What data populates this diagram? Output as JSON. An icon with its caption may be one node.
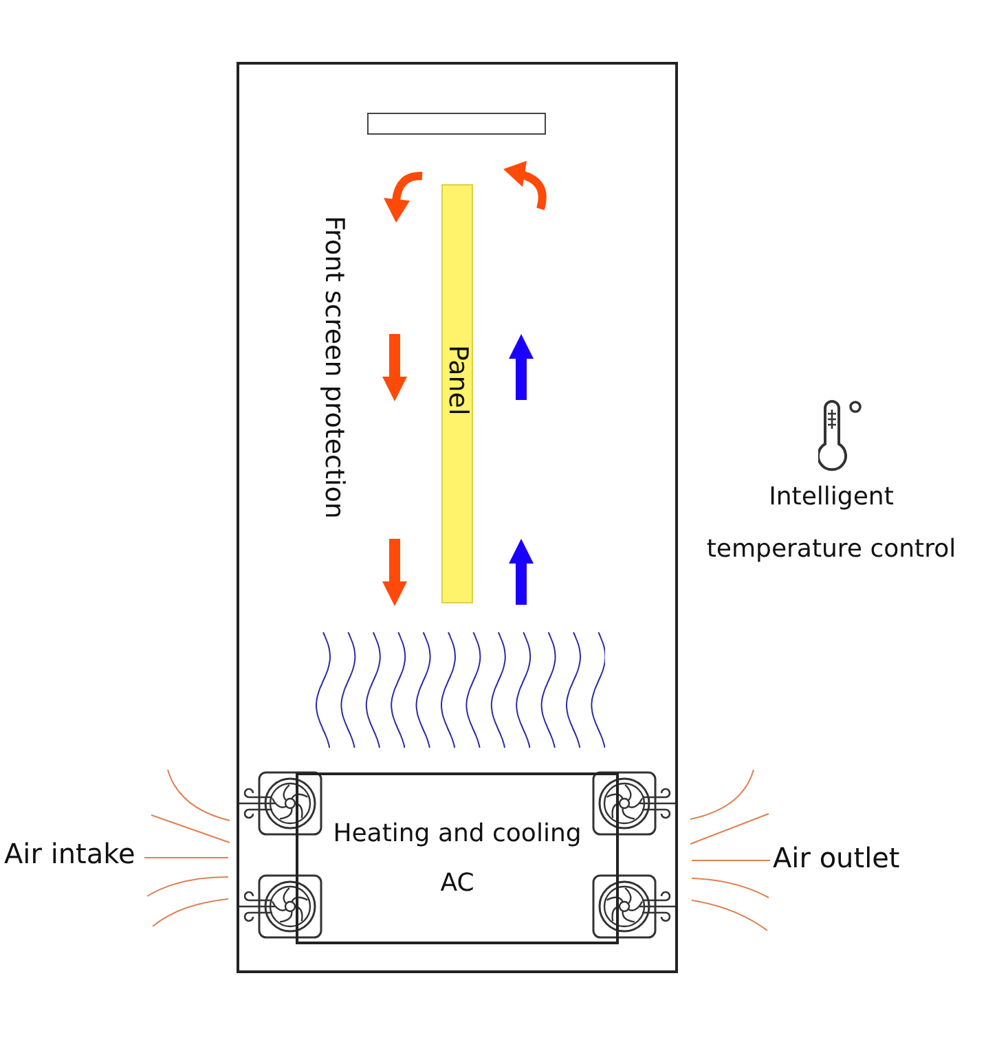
{
  "diagram": {
    "nodes": [
      {
        "text": [],
        "shape": "box"
      },
      {
        "text": [],
        "shape": "box",
        "in": 0
      },
      {
        "text": [
          "Panel"
        ],
        "in": 0
      },
      {
        "text": [
          "Heating and cooling",
          "AC"
        ],
        "in": 0
      }
    ],
    "labels": [
      "Front screen protection",
      "Intelligent temperature control",
      "Air intake",
      "Air outlet"
    ]
  }
}
